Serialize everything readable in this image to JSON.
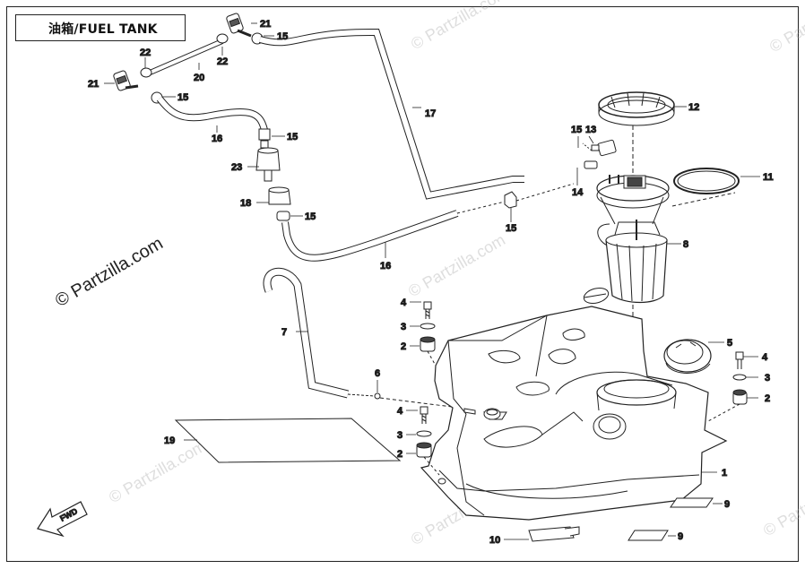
{
  "title": "油箱/FUEL TANK",
  "watermark": "© Partzilla.com",
  "fwd_label": "FWD",
  "callouts": [
    {
      "n": "1"
    },
    {
      "n": "2"
    },
    {
      "n": "3"
    },
    {
      "n": "4"
    },
    {
      "n": "5"
    },
    {
      "n": "6"
    },
    {
      "n": "7"
    },
    {
      "n": "8"
    },
    {
      "n": "9"
    },
    {
      "n": "10"
    },
    {
      "n": "11"
    },
    {
      "n": "12"
    },
    {
      "n": "13"
    },
    {
      "n": "14"
    },
    {
      "n": "15"
    },
    {
      "n": "16"
    },
    {
      "n": "17"
    },
    {
      "n": "18"
    },
    {
      "n": "19"
    },
    {
      "n": "20"
    },
    {
      "n": "21"
    },
    {
      "n": "22"
    },
    {
      "n": "23"
    }
  ]
}
